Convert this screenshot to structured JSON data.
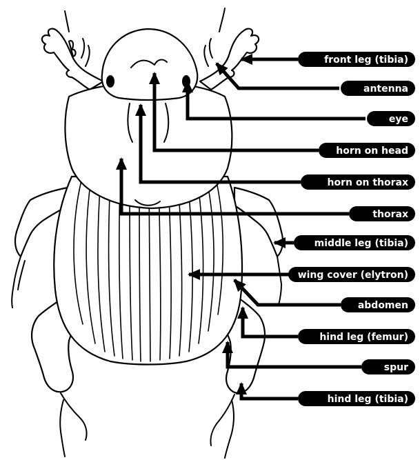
{
  "diagram": {
    "labels": [
      {
        "id": "front_leg_tibia",
        "text": "front leg (tibia)"
      },
      {
        "id": "antenna",
        "text": "antenna"
      },
      {
        "id": "eye",
        "text": "eye"
      },
      {
        "id": "horn_on_head",
        "text": "horn on head"
      },
      {
        "id": "horn_on_thorax",
        "text": "horn on thorax"
      },
      {
        "id": "thorax",
        "text": "thorax"
      },
      {
        "id": "middle_leg_tibia",
        "text": "middle leg (tibia)"
      },
      {
        "id": "wing_cover",
        "text": "wing cover (elytron)"
      },
      {
        "id": "abdomen",
        "text": "abdomen"
      },
      {
        "id": "hind_leg_femur",
        "text": "hind leg (femur)"
      },
      {
        "id": "spur",
        "text": "spur"
      },
      {
        "id": "hind_leg_tibia",
        "text": "hind leg (tibia)"
      }
    ],
    "colors": {
      "ink": "#000000",
      "paper": "#ffffff",
      "label_text": "#ffffff"
    }
  }
}
